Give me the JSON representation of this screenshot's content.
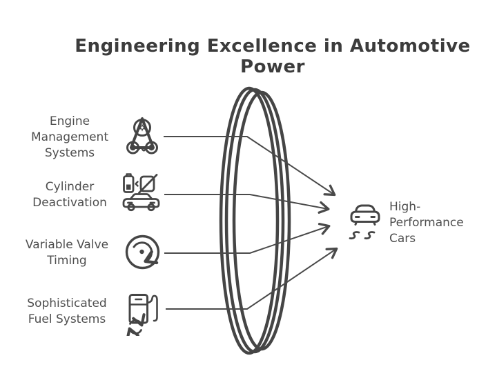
{
  "title": "Engineering Excellence in Automotive Power",
  "colors": {
    "background": "#ffffff",
    "stroke": "#454545",
    "connector": "#4a4a4a",
    "title_text": "#3c3c3c",
    "label_text": "#4e4e4e"
  },
  "lens": {
    "shape": "triple-ellipse-lens"
  },
  "items": [
    {
      "label": "Engine\nManagement\nSystems",
      "icon": "timing-belt-icon"
    },
    {
      "label": "Cylinder\nDeactivation",
      "icon": "battery-car-deactivation-icon"
    },
    {
      "label": "Variable Valve\nTiming",
      "icon": "rotation-arrow-icon"
    },
    {
      "label": "Sophisticated\nFuel Systems",
      "icon": "fuel-pump-refresh-icon"
    }
  ],
  "result": {
    "label": "High-\nPerformance\nCars",
    "icon": "drifting-car-icon"
  }
}
